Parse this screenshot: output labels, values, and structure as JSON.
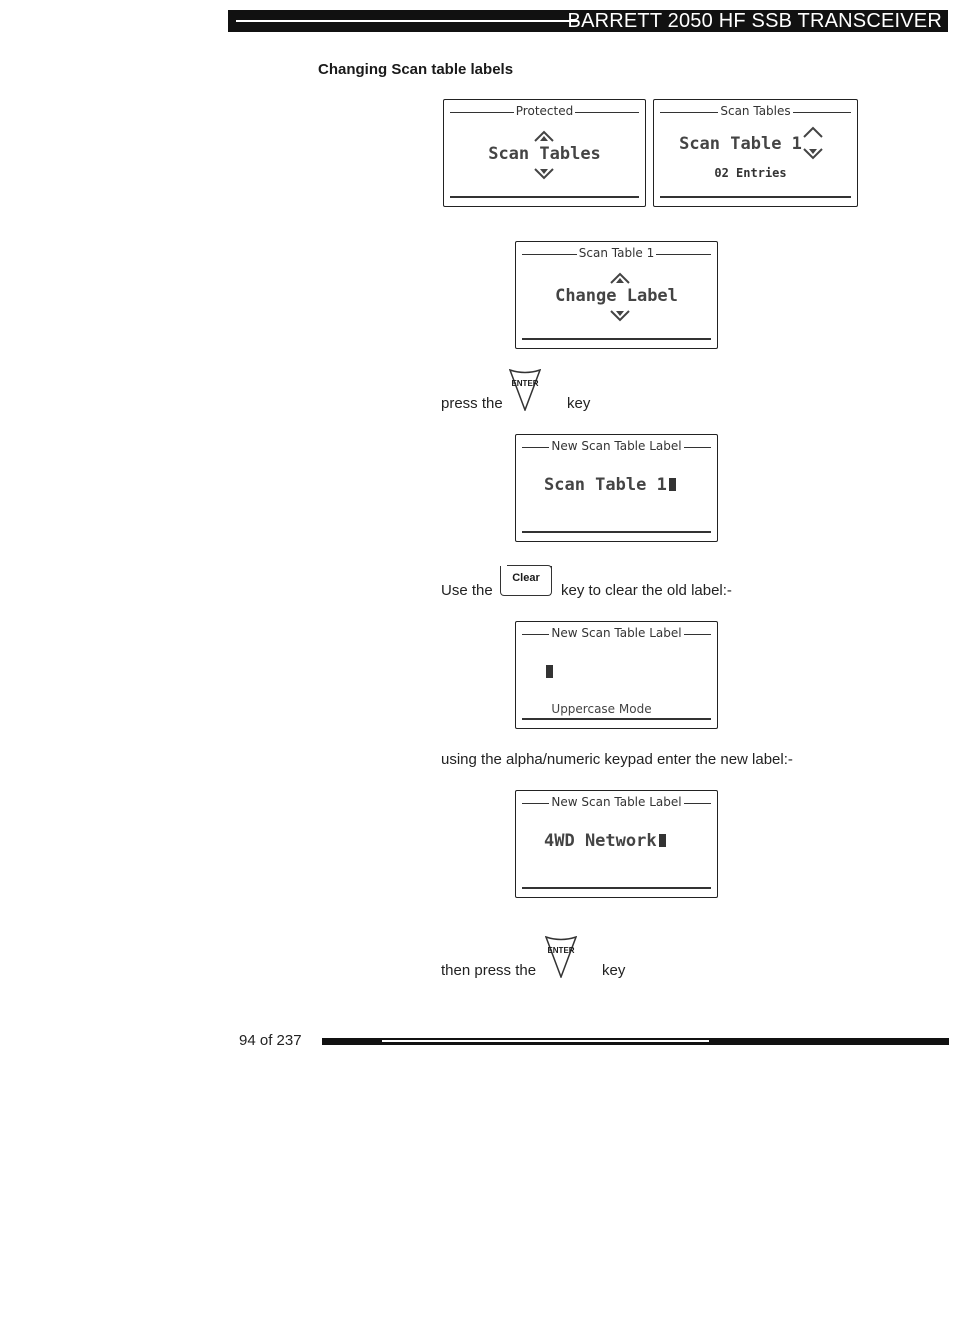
{
  "header": {
    "title": "BARRETT 2050 HF SSB TRANSCEIVER"
  },
  "section": {
    "heading": "Changing Scan table labels"
  },
  "screens": {
    "protected": {
      "top_label": "Protected",
      "main": "Scan Tables"
    },
    "scan_tables": {
      "top_label": "Scan Tables",
      "main": "Scan Table 1",
      "sub": "02 Entries"
    },
    "scan_table_1": {
      "top_label": "Scan Table 1",
      "main": "Change Label"
    },
    "new_label_1": {
      "top_label": "New Scan Table Label",
      "main": "Scan Table 1"
    },
    "new_label_2": {
      "top_label": "New Scan Table Label",
      "main": "",
      "mode": "Uppercase Mode"
    },
    "new_label_3": {
      "top_label": "New Scan Table Label",
      "main": "4WD Network"
    }
  },
  "steps": {
    "press_enter_prefix": "press the",
    "press_enter_suffix": "key",
    "use_clear_prefix": "Use the",
    "use_clear_suffix": "key to clear the old label:-",
    "keypad_instruction": "using the alpha/numeric keypad enter the new label:-",
    "then_press_prefix": "then press the",
    "then_press_suffix": "key"
  },
  "keys": {
    "enter": "ENTER",
    "clear": "Clear"
  },
  "footer": {
    "page_number": "94 of 237"
  }
}
